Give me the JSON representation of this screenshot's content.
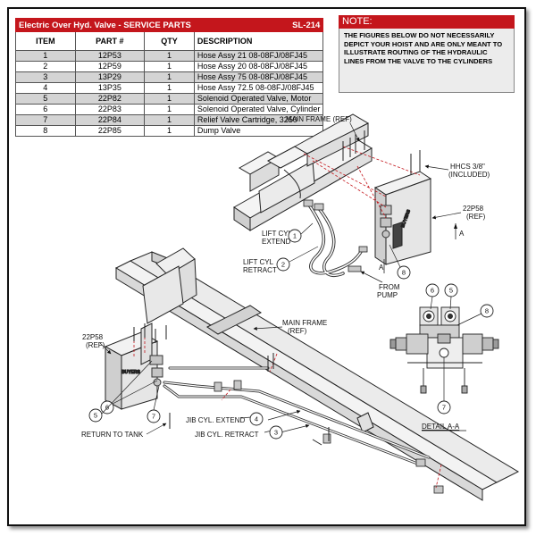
{
  "table": {
    "title": "Electric Over Hyd. Valve - SERVICE PARTS",
    "code": "SL-214",
    "headers": {
      "item": "ITEM",
      "part": "PART #",
      "qty": "QTY",
      "description": "DESCRIPTION"
    },
    "rows": [
      {
        "item": "1",
        "part": "12P53",
        "qty": "1",
        "description": "Hose Assy 21 08-08FJ/08FJ45"
      },
      {
        "item": "2",
        "part": "12P59",
        "qty": "1",
        "description": "Hose Assy 20 08-08FJ/08FJ45"
      },
      {
        "item": "3",
        "part": "13P29",
        "qty": "1",
        "description": "Hose Assy 75 08-08FJ/08FJ45"
      },
      {
        "item": "4",
        "part": "13P35",
        "qty": "1",
        "description": "Hose Assy 72.5 08-08FJ/08FJ45"
      },
      {
        "item": "5",
        "part": "22P82",
        "qty": "1",
        "description": "Solenoid Operated Valve, Motor"
      },
      {
        "item": "6",
        "part": "22P83",
        "qty": "1",
        "description": "Solenoid Operated Valve, Cylinder"
      },
      {
        "item": "7",
        "part": "22P84",
        "qty": "1",
        "description": "Relief Valve Cartridge, 3250"
      },
      {
        "item": "8",
        "part": "22P85",
        "qty": "1",
        "description": "Dump Valve"
      }
    ]
  },
  "note": {
    "title": "NOTE:",
    "text": "THE FIGURES BELOW DO NOT NECESSARILY DEPICT YOUR HOIST AND ARE ONLY MEANT TO ILLUSTRATE ROUTING OF THE HYDRAULIC LINES FROM THE VALVE TO THE CYLINDERS"
  },
  "callouts": {
    "main_frame_ref_top": "MAIN FRAME (REF)",
    "hhcs_line1": "HHCS 3/8\"",
    "hhcs_line2": "(INCLUDED)",
    "ref_22p58_top_line1": "22P58",
    "ref_22p58_top_line2": "(REF)",
    "lift_extend_line1": "LIFT CYL",
    "lift_extend_line2": "EXTEND",
    "lift_retract_line1": "LIFT CYL",
    "lift_retract_line2": "RETRACT",
    "from_pump_line1": "FROM",
    "from_pump_line2": "PUMP",
    "section_a_top": "A",
    "section_a_bottom": "A",
    "main_frame_ref_mid_line1": "MAIN FRAME",
    "main_frame_ref_mid_line2": "(REF)",
    "ref_22p58_left_line1": "22P58",
    "ref_22p58_left_line2": "(REF)",
    "return_to_tank": "RETURN TO TANK",
    "jib_extend": "JIB CYL. EXTEND",
    "jib_retract": "JIB CYL. RETRACT",
    "detail": "DETAIL A-A",
    "valve_brand_top": "BUYERS",
    "valve_brand_left": "BUYERS"
  },
  "balloons": {
    "b1": "1",
    "b2": "2",
    "b8_top": "8",
    "b6_detail": "6",
    "b5_detail": "5",
    "b8_detail": "8",
    "b7_detail": "7",
    "b5_left": "5",
    "b6_left": "6",
    "b7_left": "7",
    "b4": "4",
    "b3": "3"
  },
  "colors": {
    "accent": "#c4161c",
    "hose_red": "#c4161c",
    "row_shade": "#d4d4d4"
  }
}
